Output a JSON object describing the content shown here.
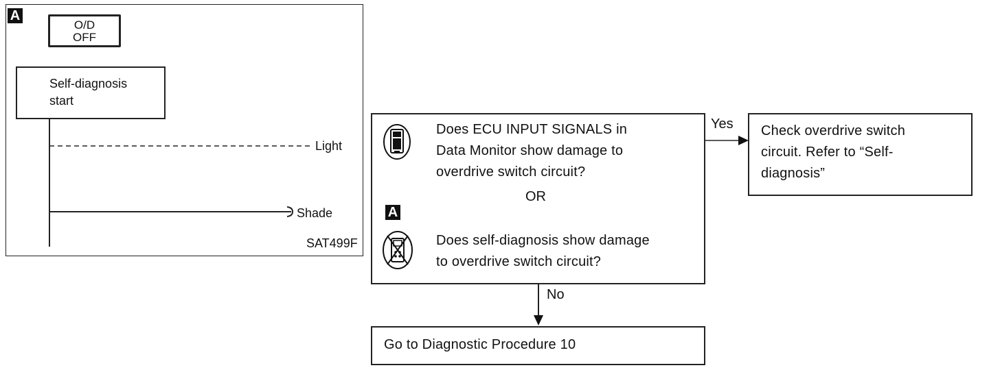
{
  "left_panel": {
    "badge": "A",
    "od_button": {
      "label": "O/D\nOFF"
    },
    "start_box": {
      "label": "Self-diagnosis\nstart"
    },
    "light_label": "Light",
    "shade_label": "Shade",
    "figure_code": "SAT499F"
  },
  "flow": {
    "question_1": "Does ECU INPUT SIGNALS in\nData Monitor show damage to\noverdrive switch circuit?",
    "or_label": "OR",
    "badge": "A",
    "question_2": "Does self-diagnosis show damage\nto overdrive switch circuit?",
    "yes_label": "Yes",
    "no_label": "No",
    "yes_result": "Check overdrive switch\ncircuit. Refer to “Self-\ndiagnosis”",
    "no_result": "Go to Diagnostic Procedure 10"
  },
  "icons": {
    "consult": "consult-tester-icon",
    "no_tools": "no-tools-icon"
  }
}
